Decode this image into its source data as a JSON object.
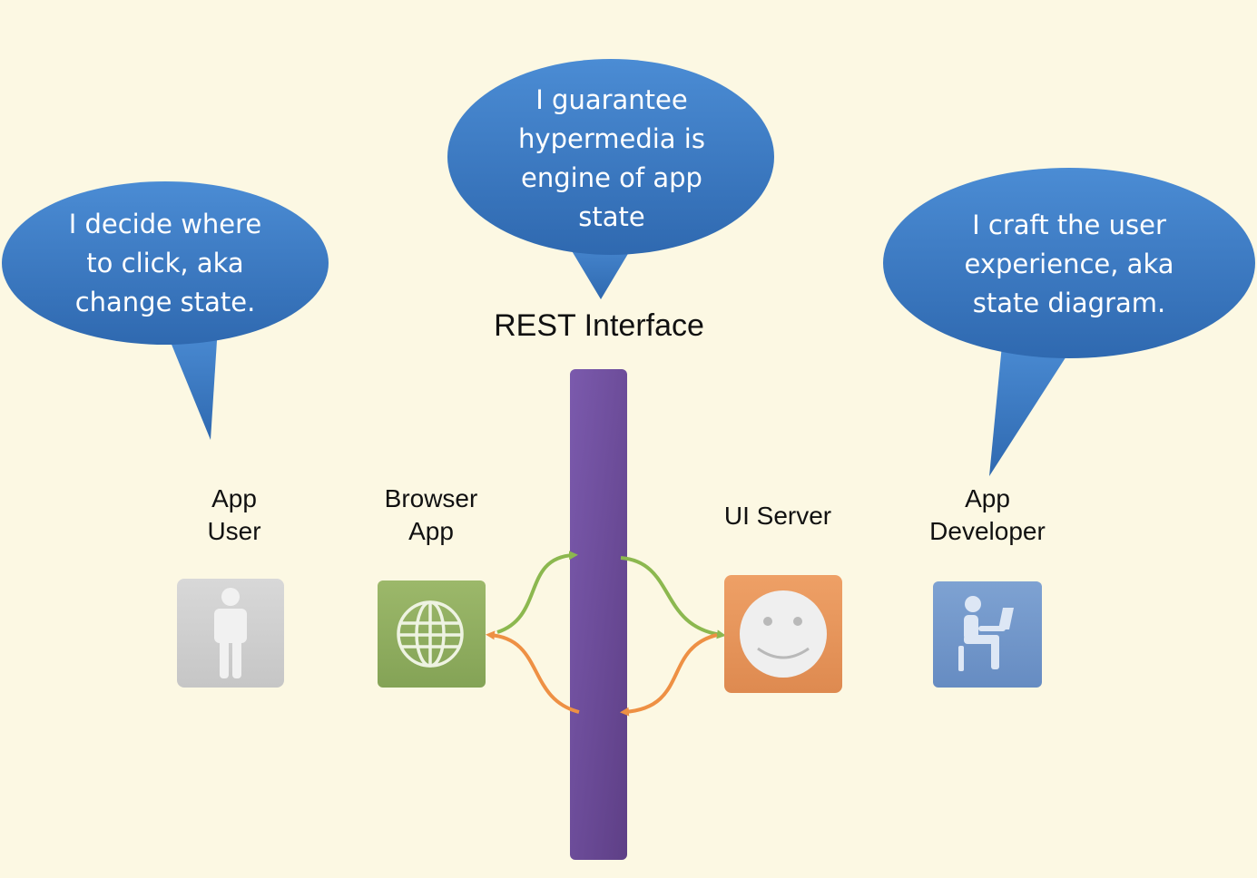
{
  "bubbles": {
    "left": {
      "lines": [
        "I decide where",
        "to click, aka",
        "change state."
      ]
    },
    "center": {
      "lines": [
        "I guarantee",
        "hypermedia is",
        "engine of app",
        "state"
      ]
    },
    "right": {
      "lines": [
        "I craft the user",
        "experience, aka",
        "state diagram."
      ]
    }
  },
  "interface": {
    "title": "REST Interface"
  },
  "actors": {
    "app_user": {
      "lines": [
        "App",
        "User"
      ],
      "icon": "person-icon"
    },
    "browser_app": {
      "lines": [
        "Browser",
        "App"
      ],
      "icon": "globe-icon"
    },
    "ui_server": {
      "lines": [
        "UI Server"
      ],
      "icon": "smiley-face-icon"
    },
    "app_developer": {
      "lines": [
        "App",
        "Developer"
      ],
      "icon": "developer-at-laptop-icon"
    }
  },
  "colors": {
    "background": "#fcf8e3",
    "bubble": "#3a78c0",
    "rest_bar": "#6b4a99",
    "arrow_request": "#8cb84f",
    "arrow_response": "#ee9044",
    "app_user_tile": "#cfcfcf",
    "browser_tile": "#8fad60",
    "server_tile": "#e5955c",
    "developer_tile": "#6f94c8"
  }
}
